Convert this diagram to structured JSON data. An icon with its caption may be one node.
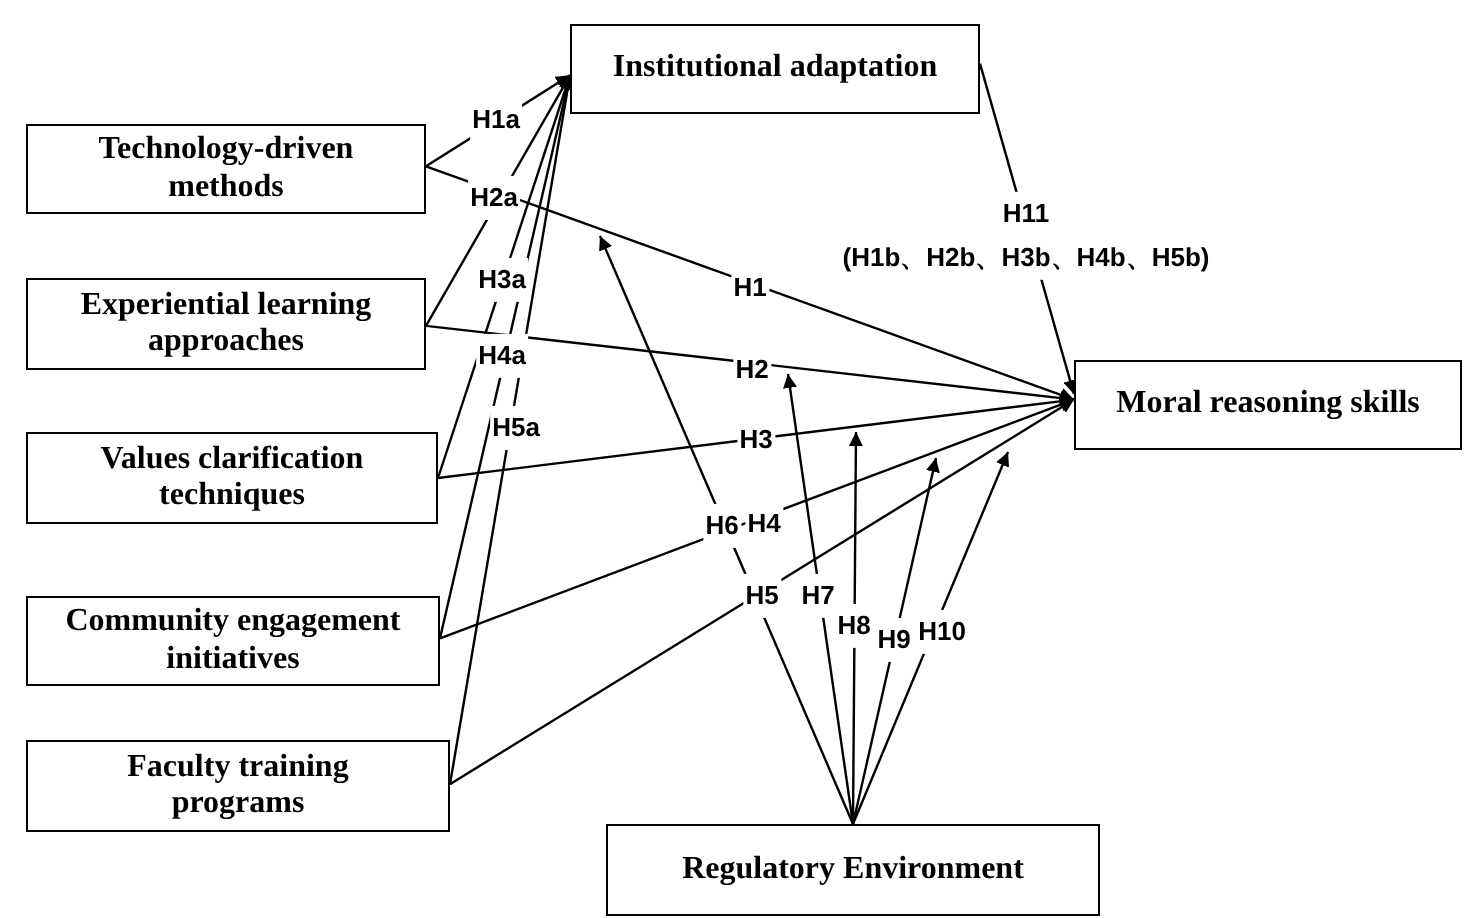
{
  "diagram": {
    "nodes": [
      {
        "text": [
          "Technology-driven methods"
        ]
      },
      {
        "text": [
          "Experiential learning approaches"
        ]
      },
      {
        "text": [
          "Values clarification techniques"
        ]
      },
      {
        "text": [
          "Community engagement initiatives"
        ]
      },
      {
        "text": [
          "Faculty training programs"
        ]
      },
      {
        "text": [
          "Institutional adaptation"
        ]
      },
      {
        "text": [
          "Moral reasoning skills"
        ]
      },
      {
        "text": [
          "Regulatory Environment"
        ]
      }
    ],
    "edges": [
      {
        "from": 0,
        "to": 5,
        "arrow": "to",
        "label": "H1a"
      },
      {
        "from": 1,
        "to": 5,
        "arrow": "to",
        "label": "H2a"
      },
      {
        "from": 2,
        "to": 5,
        "arrow": "to",
        "label": "H3a"
      },
      {
        "from": 3,
        "to": 5,
        "arrow": "to",
        "label": "H4a"
      },
      {
        "from": 4,
        "to": 5,
        "arrow": "to",
        "label": "H5a"
      },
      {
        "from": 0,
        "to": 6,
        "arrow": "to",
        "label": "H1"
      },
      {
        "from": 1,
        "to": 6,
        "arrow": "to",
        "label": "H2"
      },
      {
        "from": 2,
        "to": 6,
        "arrow": "to",
        "label": "H3"
      },
      {
        "from": 3,
        "to": 6,
        "arrow": "to",
        "label": "H4"
      },
      {
        "from": 4,
        "to": 6,
        "arrow": "to",
        "label": "H5"
      },
      {
        "from": 5,
        "to": 6,
        "arrow": "to",
        "label": "H11 (H1b、H2b、H3b、H4b、H5b)"
      },
      {
        "from": 7,
        "to": null,
        "arrow": "to",
        "label": "H6"
      },
      {
        "from": 7,
        "to": null,
        "arrow": "to",
        "label": "H7"
      },
      {
        "from": 7,
        "to": null,
        "arrow": "to",
        "label": "H8"
      },
      {
        "from": 7,
        "to": null,
        "arrow": "to",
        "label": "H9"
      },
      {
        "from": 7,
        "to": null,
        "arrow": "to",
        "label": "H10"
      }
    ]
  }
}
